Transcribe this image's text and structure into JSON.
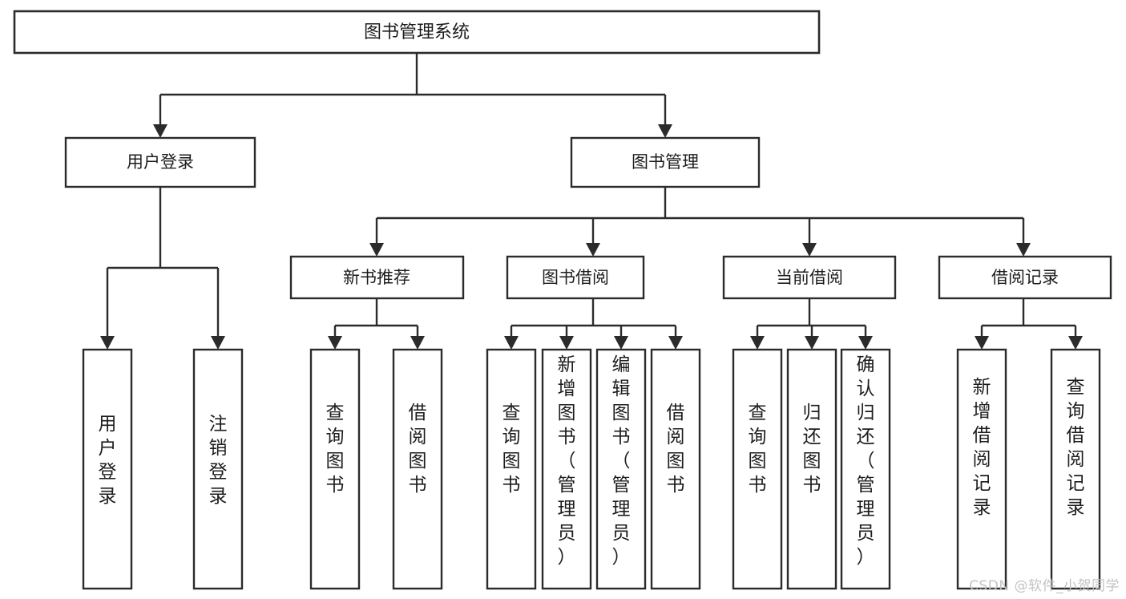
{
  "diagram": {
    "type": "tree-hierarchy",
    "title": "图书管理系统",
    "orientation": "top-down",
    "colors": {
      "box_stroke": "#2b2b2b",
      "box_fill": "#ffffff",
      "connector": "#2b2b2b",
      "text": "#1d1d1d",
      "watermark": "#c3c3c3",
      "background": "#ffffff"
    },
    "levels": {
      "root": {
        "label": "图书管理系统"
      },
      "level2": [
        {
          "label": "用户登录"
        },
        {
          "label": "图书管理"
        }
      ],
      "level3": [
        {
          "label": "新书推荐"
        },
        {
          "label": "图书借阅"
        },
        {
          "label": "当前借阅"
        },
        {
          "label": "借阅记录"
        }
      ],
      "leaves": {
        "用户登录": [
          "用户登录",
          "注销登录"
        ],
        "新书推荐": [
          "查询图书",
          "借阅图书"
        ],
        "图书借阅": [
          "查询图书",
          "新增图书（管理员）",
          "编辑图书（管理员）",
          "借阅图书"
        ],
        "当前借阅": [
          "查询图书",
          "归还图书",
          "确认归还（管理员）"
        ],
        "借阅记录": [
          "新增借阅记录",
          "查询借阅记录"
        ]
      }
    },
    "nodes": {
      "root": "图书管理系统",
      "user_login": "用户登录",
      "book_manage": "图书管理",
      "new_book_rec": "新书推荐",
      "book_borrow": "图书借阅",
      "current_borrow": "当前借阅",
      "borrow_record": "借阅记录",
      "leaf_user_login": "用户登录",
      "leaf_logout": "注销登录",
      "leaf_query_book_a": "查询图书",
      "leaf_borrow_book_a": "借阅图书",
      "leaf_query_book_b": "查询图书",
      "leaf_add_book": "新增图书（管理员）",
      "leaf_edit_book": "编辑图书（管理员）",
      "leaf_borrow_book_b": "借阅图书",
      "leaf_query_book_c": "查询图书",
      "leaf_return_book": "归还图书",
      "leaf_confirm_return": "确认归还（管理员）",
      "leaf_add_record": "新增借阅记录",
      "leaf_query_record": "查询借阅记录"
    }
  },
  "watermark": {
    "text": "CSDN @软件_小贺同学"
  }
}
